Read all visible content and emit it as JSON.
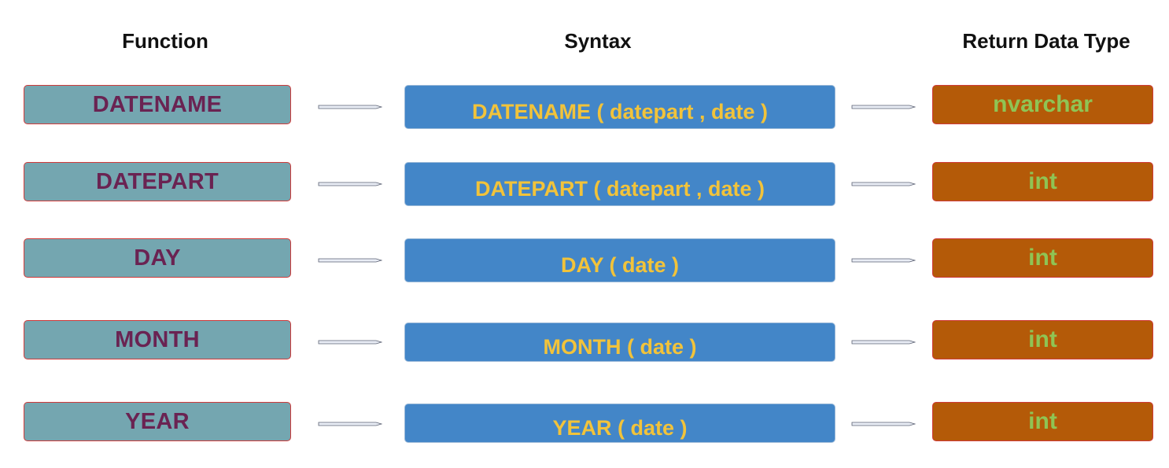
{
  "headers": {
    "function": "Function",
    "syntax": "Syntax",
    "return_type": "Return Data Type"
  },
  "rows": [
    {
      "function": "DATENAME",
      "syntax": "DATENAME ( datepart , date )",
      "return_type": "nvarchar"
    },
    {
      "function": "DATEPART",
      "syntax": "DATEPART ( datepart , date )",
      "return_type": "int"
    },
    {
      "function": "DAY",
      "syntax": "DAY ( date )",
      "return_type": "int"
    },
    {
      "function": "MONTH",
      "syntax": "MONTH ( date )",
      "return_type": "int"
    },
    {
      "function": "YEAR",
      "syntax": "YEAR ( date )",
      "return_type": "int"
    }
  ],
  "colors": {
    "function_fill": "#74a6b0",
    "function_text": "#6a2352",
    "syntax_fill": "#4386c8",
    "syntax_text": "#f2c33a",
    "return_fill": "#b45a08",
    "return_text": "#8fc454",
    "box_border": "#d03a3a"
  },
  "icons": {
    "connector": "right-arrow-icon"
  }
}
